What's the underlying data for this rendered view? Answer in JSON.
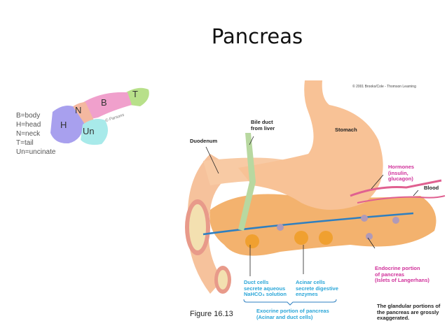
{
  "title": "Pancreas",
  "legend": {
    "items": [
      "B=body",
      "H=head",
      "N=neck",
      "T=tail",
      "Un=uncinate"
    ],
    "region_letters": [
      "B",
      "H",
      "N",
      "T",
      "Un"
    ],
    "signature": "© Parsons"
  },
  "figure": {
    "copyright": "© 2001 Brooks/Cole - Thomson Learning",
    "bile_duct": "Bile duct\nfrom liver",
    "duodenum": "Duodenum",
    "stomach": "Stomach",
    "hormones": "Hormones\n(insulin,\nglucagon)",
    "blood": "Blood",
    "endocrine": "Endocrine portion\nof pancreas\n(Islets of Langerhans)",
    "duct_cells": "Duct cells\nsecrete aqueous\nNaHCO₃ solution",
    "acinar_cells": "Acinar cells\nsecrete digestive\nenzymes",
    "exocrine": "Exocrine portion of pancreas\n(Acinar and duct cells)",
    "figure_label": "Figure 16.13",
    "note": "The glandular portions of\nthe pancreas are grossly\nexaggerated."
  }
}
